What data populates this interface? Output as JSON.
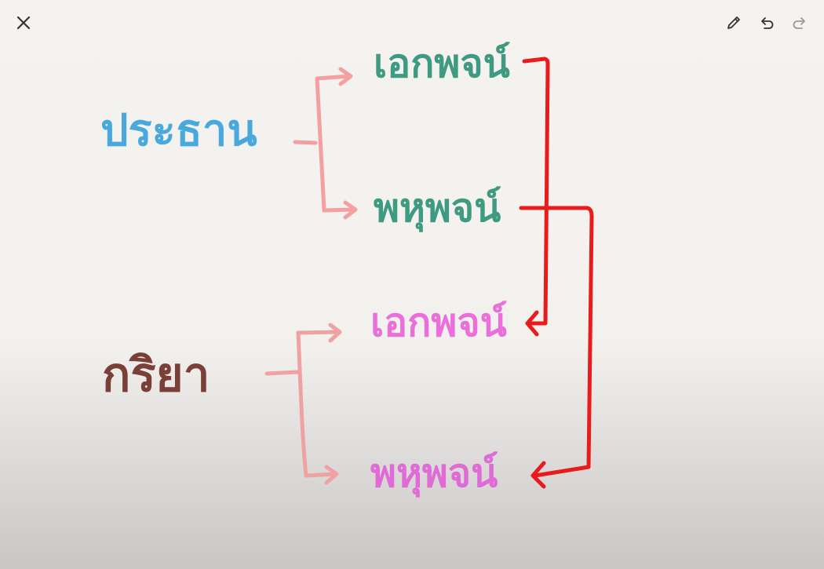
{
  "toolbar": {
    "close_icon": "close-icon",
    "pen_icon": "pencil-icon",
    "undo_icon": "undo-icon",
    "redo_icon": "redo-icon"
  },
  "diagram": {
    "subject": "ประธาน",
    "verb": "กริยา",
    "subject_singular": "เอกพจน์",
    "subject_plural": "พหุพจน์",
    "verb_singular": "เอกพจน์",
    "verb_plural": "พหุพจน์"
  },
  "colors": {
    "subject": "#4aa9dc",
    "verb": "#7a3f36",
    "subject_forms": "#3f9a82",
    "verb_forms": "#ea6fda",
    "bracket": "#f4a0a0",
    "connector": "#e81c1c",
    "icon": "#333333",
    "icon_disabled": "#9a9a9a"
  }
}
